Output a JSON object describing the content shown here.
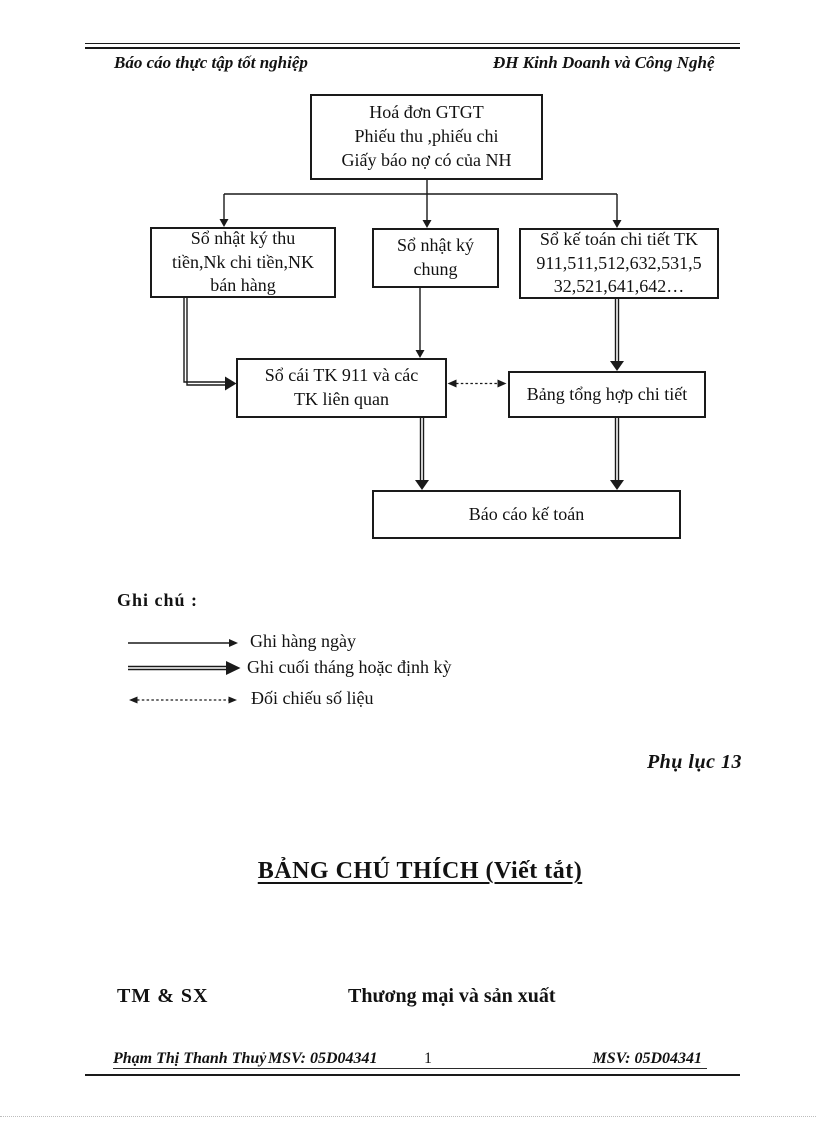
{
  "header": {
    "left": "Báo cáo thực tập tốt nghiệp",
    "right": "ĐH Kinh Doanh và Công Nghệ"
  },
  "diagram": {
    "boxes": {
      "source": "Hoá đơn GTGT\nPhiếu thu ,phiếu chi\nGiấy báo nợ có của NH",
      "journal_thu_chi": "Sổ nhật ký thu\ntiền,Nk chi tiền,NK\nbán hàng",
      "journal_chung": "Sổ nhật ký\nchung",
      "detail_ledger": "Sổ kế toán chi tiết TK\n911,511,512,632,531,5\n32,521,641,642…",
      "general_ledger": "Sổ cái TK 911 và các\nTK liên quan",
      "summary": "Bảng tổng hợp chi tiết",
      "report": "Báo cáo kế toán"
    }
  },
  "legend": {
    "title": "Ghi chú :",
    "items": [
      {
        "style": "single-solid-arrow",
        "label": "Ghi hàng ngày"
      },
      {
        "style": "double-line-arrow",
        "label": "Ghi cuối tháng hoặc định kỳ"
      },
      {
        "style": "dashed-double-headed-arrow",
        "label": "Đối chiếu số liệu"
      }
    ]
  },
  "appendix_label": "Phụ lục 13",
  "section_title": "BẢNG CHÚ THÍCH (Viết tắt)",
  "abbreviations": [
    {
      "abbr": "TM & SX",
      "meaning": "Thương mại và sản xuất"
    }
  ],
  "footer": {
    "author": "Phạm Thị Thanh Thuỷ",
    "msv_left": "MSV: 05D04341",
    "page_number": "1",
    "msv_right": "MSV: 05D04341"
  },
  "colors": {
    "ink": "#121212",
    "line": "#1a1a1a",
    "page_break_dots": "#bdbdbd"
  }
}
